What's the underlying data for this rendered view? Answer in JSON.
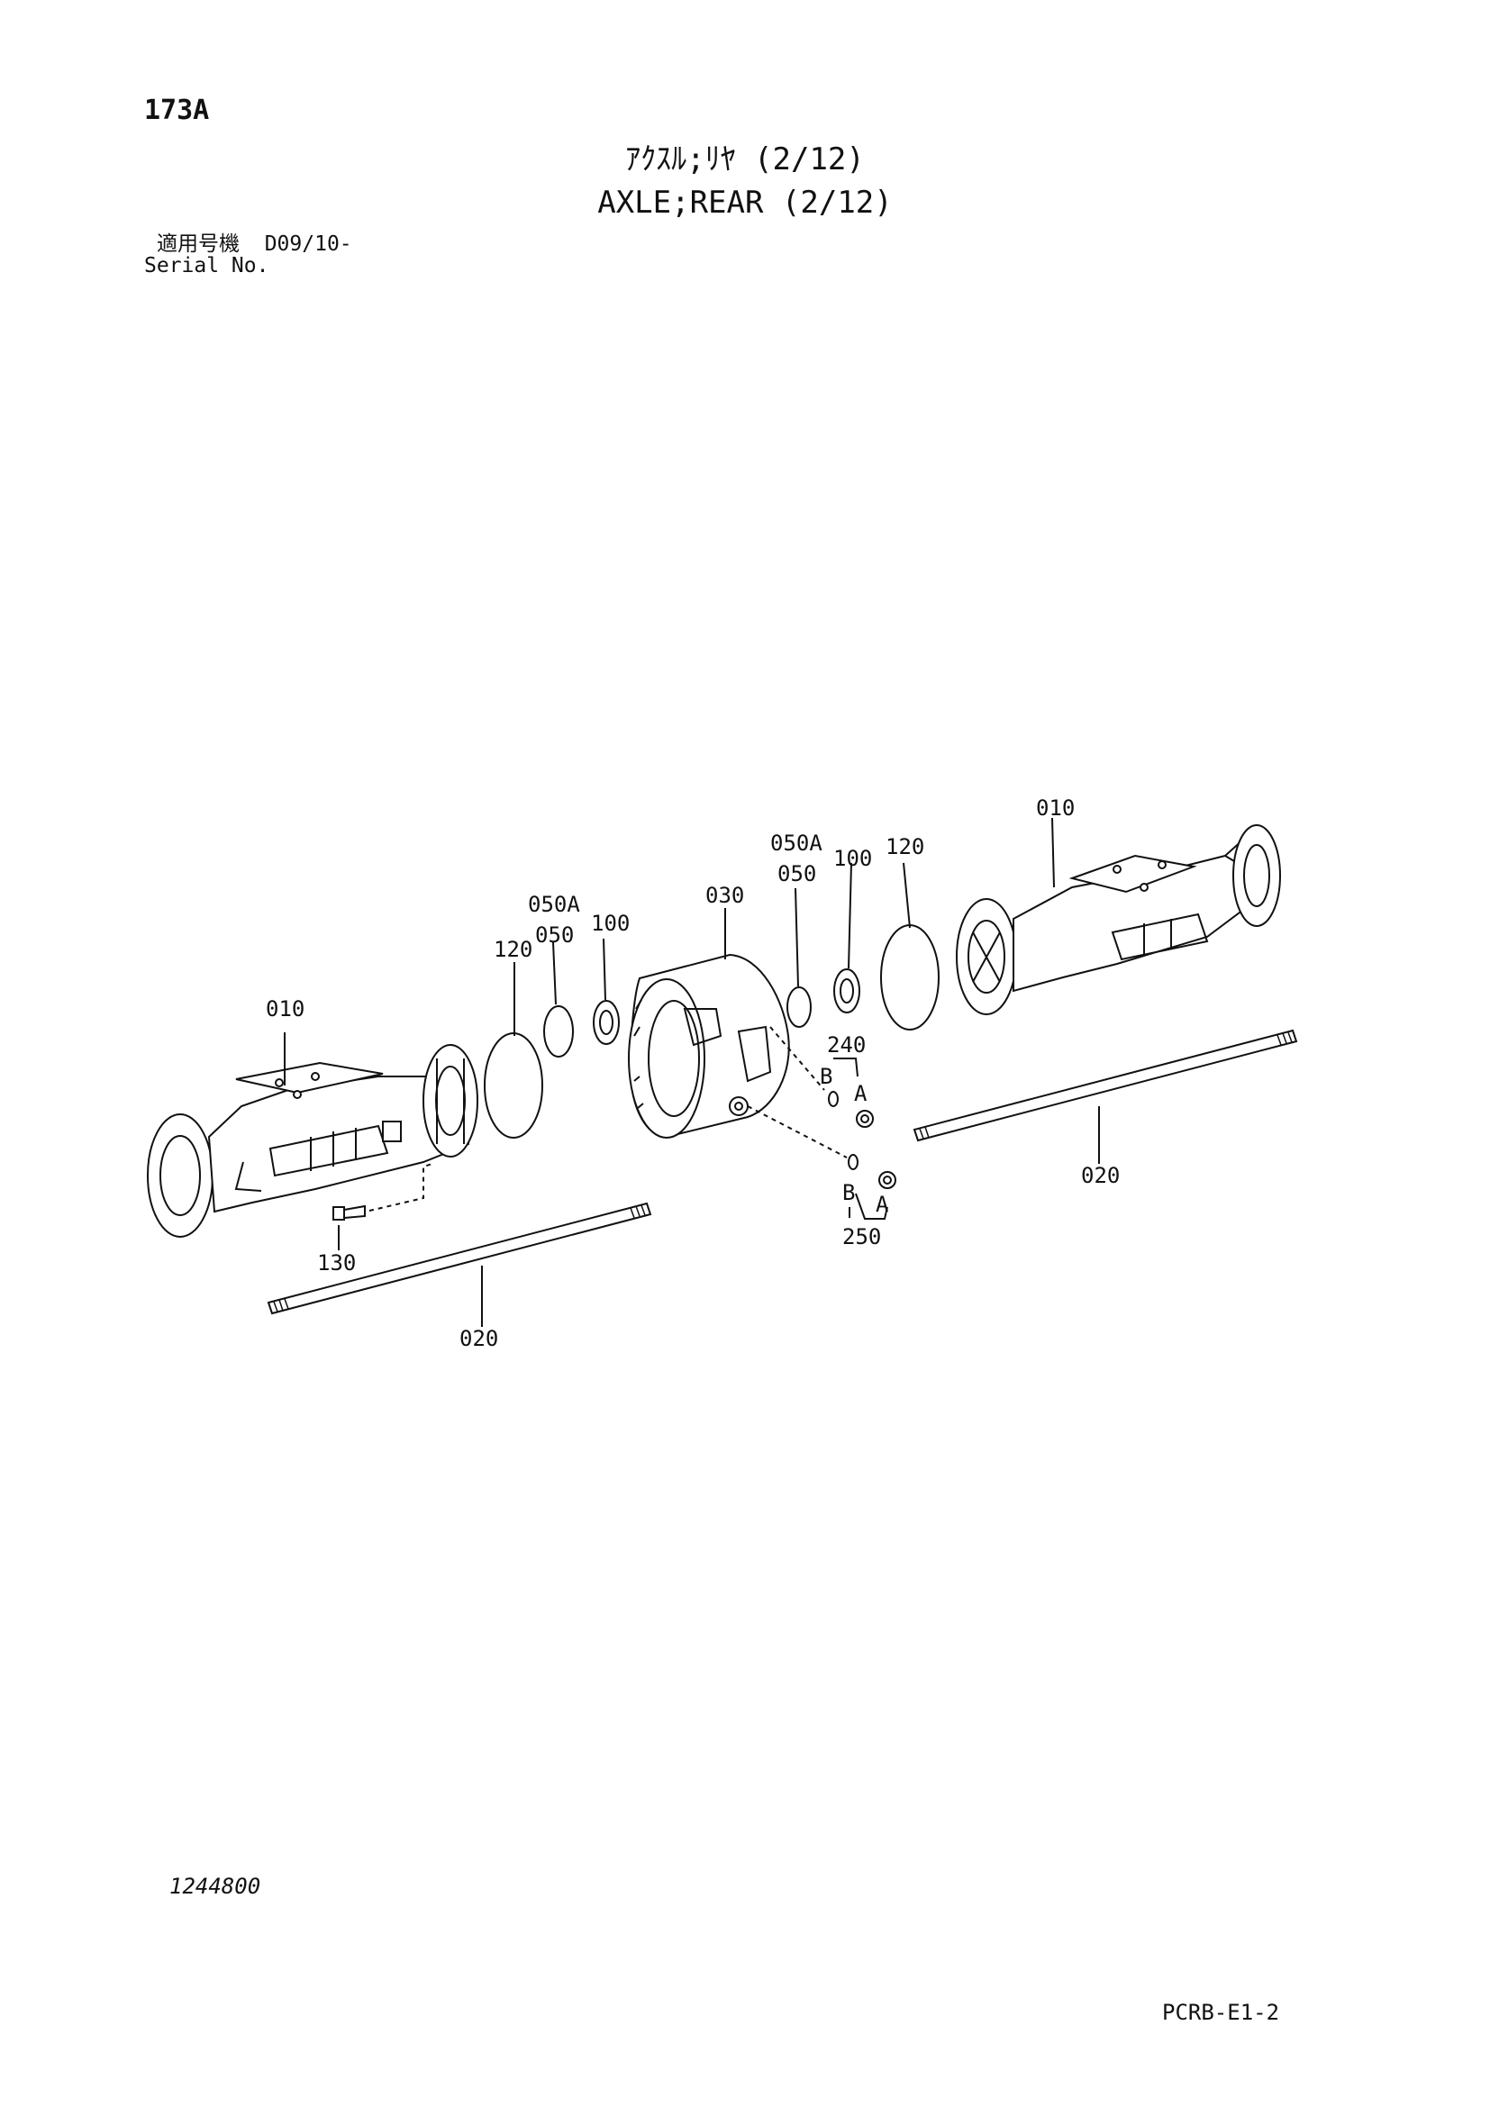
{
  "header": {
    "page_number": "173A",
    "title_jp": "ｱｸｽﾙ;ﾘﾔ (2/12)",
    "title_en": "AXLE;REAR (2/12)",
    "serial_label_jp": "適用号機",
    "serial_value": "D09/10-",
    "serial_label_en": "Serial No."
  },
  "callouts": {
    "p010_left": "010",
    "p010_right": "010",
    "p020_left": "020",
    "p020_right": "020",
    "p030": "030",
    "p050_left": "050",
    "p050a_left": "050A",
    "p050_right": "050",
    "p050a_right": "050A",
    "p100_left": "100",
    "p100_right": "100",
    "p120_left": "120",
    "p120_right": "120",
    "p130": "130",
    "p240": "240",
    "p250": "250",
    "a_upper": "A",
    "b_upper": "B",
    "a_lower": "A",
    "b_lower": "B"
  },
  "footer": {
    "drawing_number": "1244800",
    "doc_code": "PCRB-E1-2"
  },
  "colors": {
    "ink": "#111111",
    "paper": "#ffffff"
  }
}
